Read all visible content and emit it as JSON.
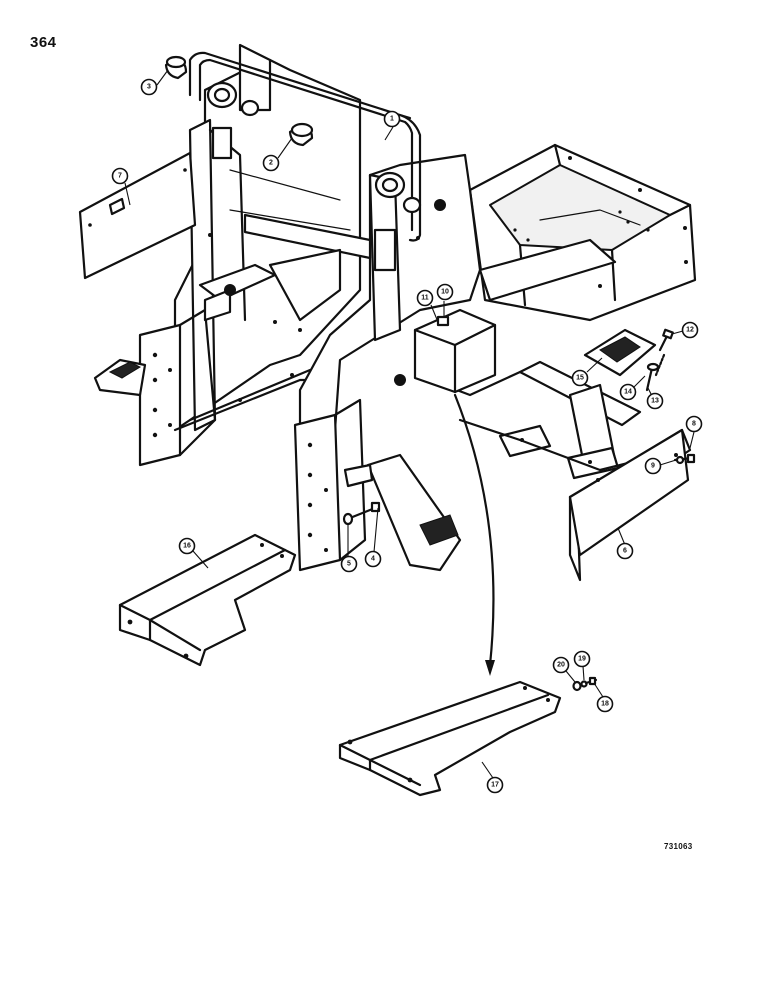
{
  "page": {
    "number": "364",
    "drawing_id": "731063"
  },
  "callouts": [
    {
      "id": "c1",
      "label": "1"
    },
    {
      "id": "c2",
      "label": "2"
    },
    {
      "id": "c3",
      "label": "3"
    },
    {
      "id": "c4",
      "label": "4"
    },
    {
      "id": "c5",
      "label": "5"
    },
    {
      "id": "c6",
      "label": "6"
    },
    {
      "id": "c7",
      "label": "7"
    },
    {
      "id": "c8",
      "label": "8"
    },
    {
      "id": "c9",
      "label": "9"
    },
    {
      "id": "c10",
      "label": "10"
    },
    {
      "id": "c11",
      "label": "11"
    },
    {
      "id": "c12",
      "label": "12"
    },
    {
      "id": "c13",
      "label": "13"
    },
    {
      "id": "c14",
      "label": "14"
    },
    {
      "id": "c15",
      "label": "15"
    },
    {
      "id": "c16",
      "label": "16"
    },
    {
      "id": "c17",
      "label": "17"
    },
    {
      "id": "c18",
      "label": "18"
    },
    {
      "id": "c19",
      "label": "19"
    },
    {
      "id": "c20",
      "label": "20"
    }
  ]
}
